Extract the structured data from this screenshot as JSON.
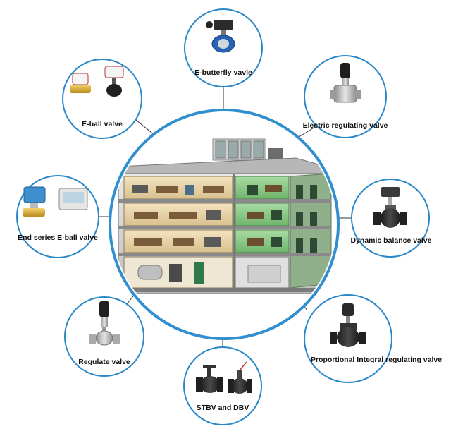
{
  "colors": {
    "ring": "#2f8fcf",
    "node_border": "#2a87c8",
    "connector": "#333333",
    "label": "#111111"
  },
  "center": {
    "icon": "building-cutaway-icon"
  },
  "valves": [
    {
      "id": "e-butterfly",
      "label": "E-butterfly vavle",
      "icon": "butterfly-valve-icon"
    },
    {
      "id": "electric-regulating",
      "label": "Electric regulating valve",
      "icon": "electric-regulating-valve-icon"
    },
    {
      "id": "dynamic-balance",
      "label": "Dynamic balance valve",
      "icon": "dynamic-balance-valve-icon"
    },
    {
      "id": "pi-regulating",
      "label": "Proportional Integral regulating valve",
      "icon": "pi-regulating-valve-icon"
    },
    {
      "id": "stbv-dbv",
      "label": "STBV and DBV",
      "icon": "stbv-dbv-valve-icon"
    },
    {
      "id": "regulate",
      "label": "Regulate valve",
      "icon": "regulate-valve-icon"
    },
    {
      "id": "end-series-e-ball",
      "label": "End series E-ball valve",
      "icon": "end-series-e-ball-valve-icon"
    },
    {
      "id": "e-ball",
      "label": "E-ball valve",
      "icon": "e-ball-valve-icon"
    }
  ]
}
